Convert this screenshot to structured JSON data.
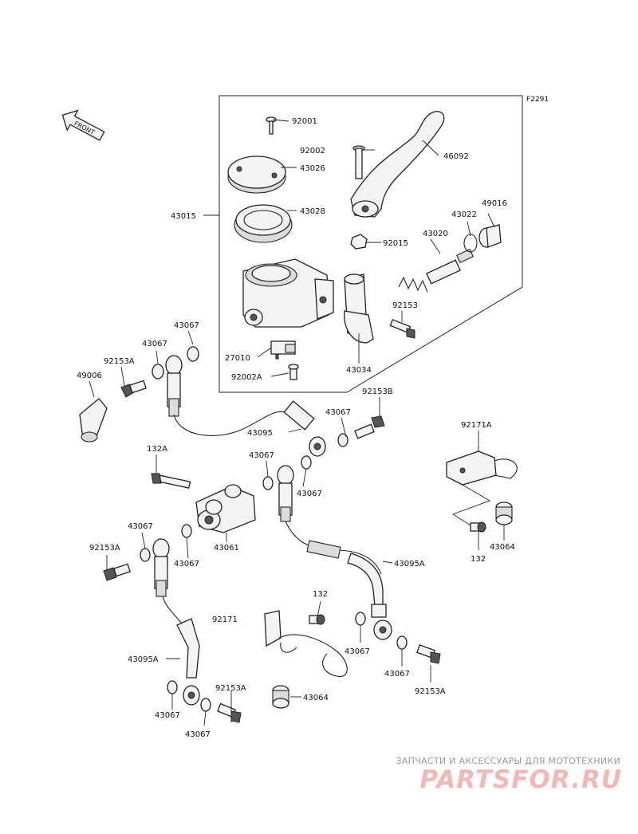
{
  "diagram": {
    "code": "F2291",
    "front_label": "FRONT",
    "parts": [
      {
        "id": "p92001",
        "text": "92001"
      },
      {
        "id": "p43026",
        "text": "43026"
      },
      {
        "id": "p92002",
        "text": "92002"
      },
      {
        "id": "p46092",
        "text": "46092"
      },
      {
        "id": "p43015",
        "text": "43015"
      },
      {
        "id": "p43028",
        "text": "43028"
      },
      {
        "id": "p49016",
        "text": "49016"
      },
      {
        "id": "p43022",
        "text": "43022"
      },
      {
        "id": "p43020",
        "text": "43020"
      },
      {
        "id": "p92015",
        "text": "92015"
      },
      {
        "id": "p92153",
        "text": "92153"
      },
      {
        "id": "p43067a",
        "text": "43067"
      },
      {
        "id": "p43067b",
        "text": "43067"
      },
      {
        "id": "p27010",
        "text": "27010"
      },
      {
        "id": "p92153Aa",
        "text": "92153A"
      },
      {
        "id": "p92002A",
        "text": "92002A"
      },
      {
        "id": "p43034",
        "text": "43034"
      },
      {
        "id": "p49006",
        "text": "49006"
      },
      {
        "id": "p92153B",
        "text": "92153B"
      },
      {
        "id": "p43067c",
        "text": "43067"
      },
      {
        "id": "p43095",
        "text": "43095"
      },
      {
        "id": "p92171A",
        "text": "92171A"
      },
      {
        "id": "p132Aa",
        "text": "132A"
      },
      {
        "id": "p43067d",
        "text": "43067"
      },
      {
        "id": "p43067e",
        "text": "43067"
      },
      {
        "id": "p43067f",
        "text": "43067"
      },
      {
        "id": "p43061",
        "text": "43061"
      },
      {
        "id": "p92153Ab",
        "text": "92153A"
      },
      {
        "id": "p43067g",
        "text": "43067"
      },
      {
        "id": "p43064a",
        "text": "43064"
      },
      {
        "id": "p132a",
        "text": "132"
      },
      {
        "id": "p43095Aa",
        "text": "43095A"
      },
      {
        "id": "p132b",
        "text": "132"
      },
      {
        "id": "p92171",
        "text": "92171"
      },
      {
        "id": "p43067h",
        "text": "43067"
      },
      {
        "id": "p43067i",
        "text": "43067"
      },
      {
        "id": "p92153Ac",
        "text": "92153A"
      },
      {
        "id": "p43095Ab",
        "text": "43095A"
      },
      {
        "id": "p92153Ad",
        "text": "92153A"
      },
      {
        "id": "p43067j",
        "text": "43067"
      },
      {
        "id": "p43064b",
        "text": "43064"
      },
      {
        "id": "p43067k",
        "text": "43067"
      }
    ]
  },
  "watermark": {
    "caption": "ЗАПЧАСТИ И АКСЕССУАРЫ ДЛЯ МОТОТЕХНИКИ",
    "logo": "PARTSFOR.RU"
  }
}
